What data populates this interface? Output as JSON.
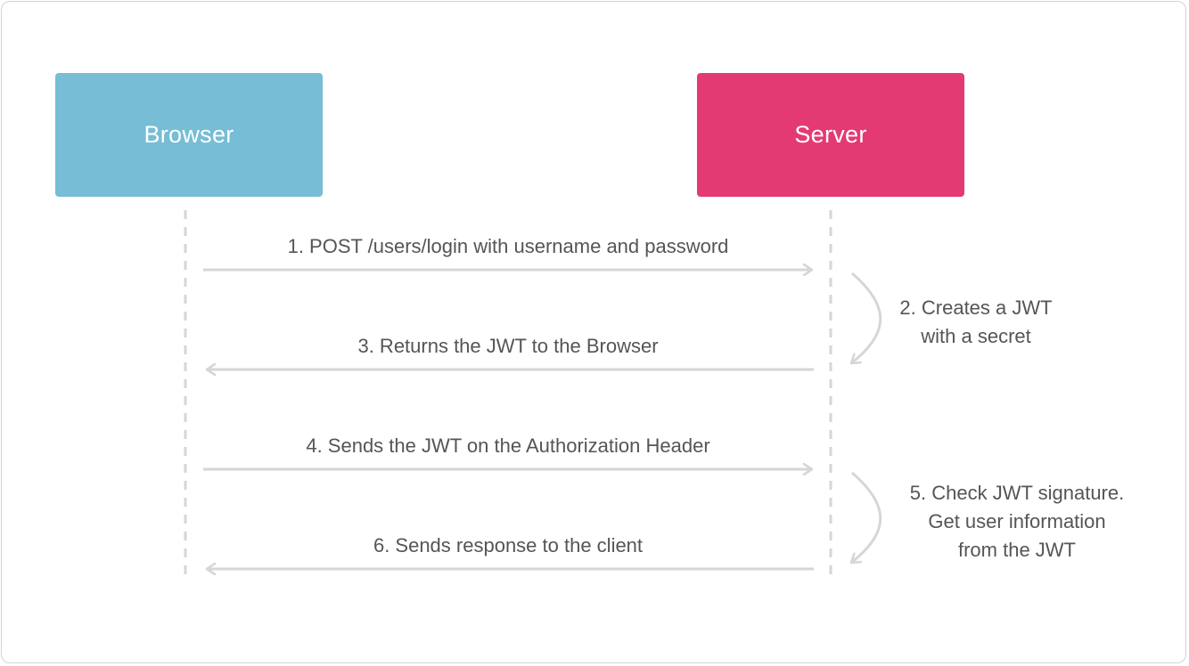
{
  "colors": {
    "browser": "#76bdd5",
    "server": "#e43a73",
    "lines": "#d6d6d6",
    "text": "#555555"
  },
  "actors": {
    "browser": "Browser",
    "server": "Server"
  },
  "messages": [
    {
      "label": "1. POST /users/login with username and password",
      "direction": "to-server"
    },
    {
      "label": "3. Returns the JWT to the Browser",
      "direction": "to-browser"
    },
    {
      "label": "4. Sends the JWT on the Authorization Header",
      "direction": "to-server"
    },
    {
      "label": "6. Sends response to the client",
      "direction": "to-browser"
    }
  ],
  "notes": [
    {
      "lines": [
        "2. Creates a JWT",
        "with a secret"
      ]
    },
    {
      "lines": [
        "5. Check JWT signature.",
        "Get user information",
        "from the JWT"
      ]
    }
  ]
}
